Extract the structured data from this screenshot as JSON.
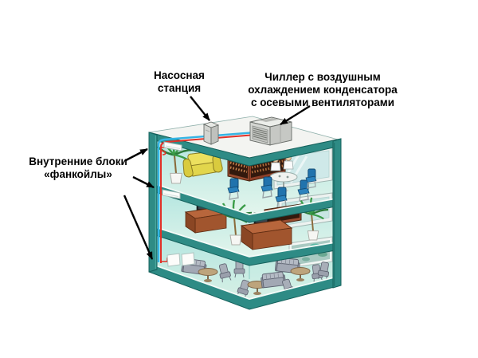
{
  "diagram": {
    "background": "#ffffff",
    "labels": {
      "pump_station": {
        "lines": [
          "Насосная",
          "станция"
        ]
      },
      "chiller": {
        "lines": [
          "Чиллер с воздушным",
          "охлаждением конденсатора",
          "с осевыми вентиляторами"
        ]
      },
      "fan_coils": {
        "lines": [
          "Внутренние блоки",
          "«фанкойлы»"
        ]
      }
    },
    "counts": {
      "floors": 3,
      "fan_coil_units": 4,
      "rooftop_units": 2,
      "label_arrows": 5
    },
    "colors": {
      "structure_teal": "#2e8b85",
      "structure_outline": "#14605b",
      "interior_wall": "#b5e6e0",
      "floor_surface": "#e2f5ec",
      "roof_surface": "#f3f4f1",
      "window_glass": "#cfe9e9",
      "pipe_supply_blue": "#35b4e4",
      "pipe_return_red": "#e23128",
      "equipment_grey": "#d4d6d2",
      "sofa_yellow": "#e2d64c",
      "furniture_wood": "#b8663c",
      "chair_blue": "#2173ad",
      "plant_green": "#3a9c48",
      "arrow_black": "#000000"
    }
  }
}
